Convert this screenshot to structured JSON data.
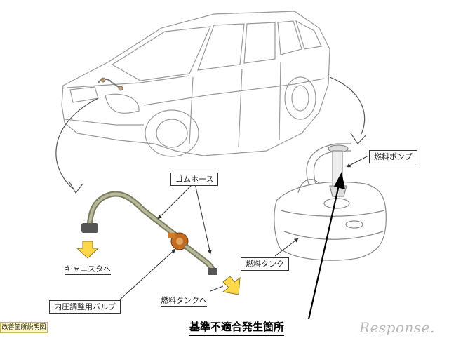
{
  "labels": {
    "rubber_hose": "ゴムホース",
    "fuel_pump": "燃料ポンプ",
    "fuel_tank": "燃料タンク",
    "to_canister": "キャニスタへ",
    "pressure_valve": "内圧調整用バルブ",
    "to_fuel_tank": "燃料タンクへ",
    "nonconformity_location": "基準不適合発生箇所"
  },
  "figure_tag": "改善箇所説明図",
  "logo_text": "Response.",
  "colors": {
    "line": "#555555",
    "arrow_fill": "#ffd84a",
    "arrow_stroke": "#8a7a2a",
    "valve": "#d07a2a",
    "hose": "#8f8f6a",
    "logo": "#b8b8b8"
  },
  "icons": {
    "vehicle": "suv-line-drawing",
    "fuel_tank": "fuel-tank-drawing",
    "flow_arrow": "yellow-down-arrow"
  }
}
